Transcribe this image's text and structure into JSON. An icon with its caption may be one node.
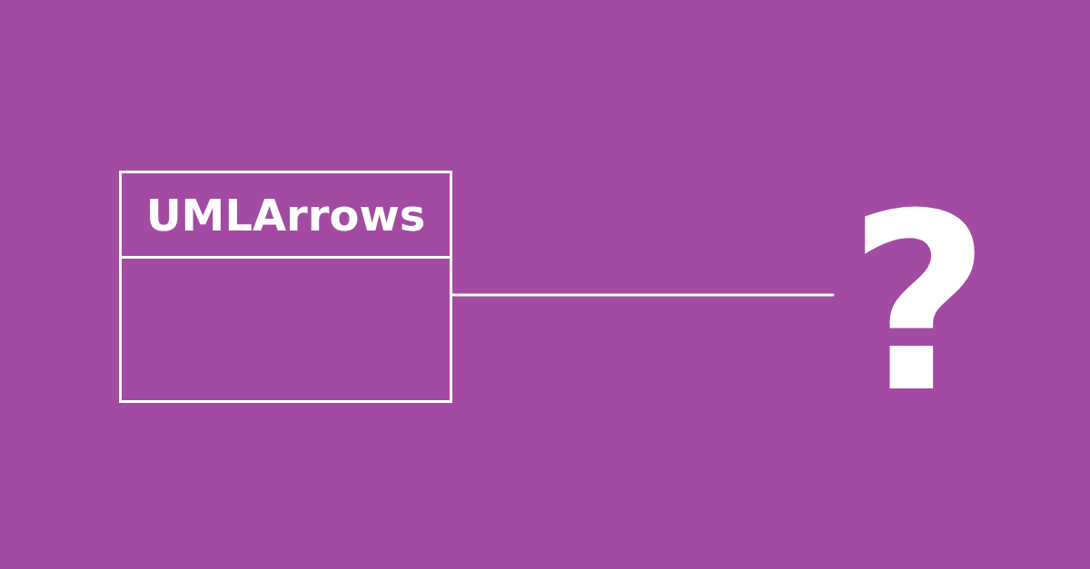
{
  "diagram": {
    "nodes": [
      {
        "text": [
          "UMLArrows"
        ]
      },
      {
        "text": [
          "?"
        ]
      }
    ],
    "edges": [
      {
        "from": 0,
        "to": 1,
        "arrow": "none"
      }
    ]
  }
}
